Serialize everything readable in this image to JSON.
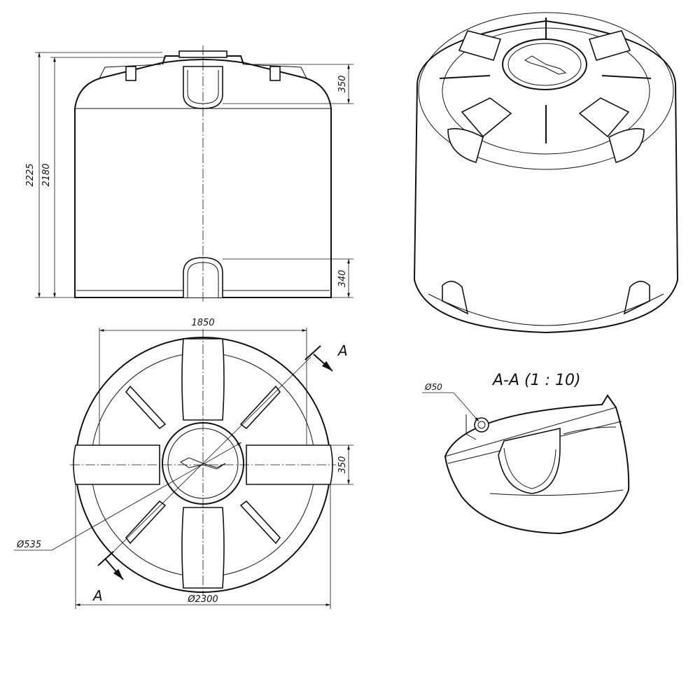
{
  "dimensions": {
    "total_height": "2225",
    "body_height": "2180",
    "top_pocket_height": "350",
    "bottom_pocket_height": "340",
    "span": "1850",
    "side_pocket_height": "350",
    "hatch_diameter": "Ø535",
    "outer_diameter": "Ø2300"
  },
  "section": {
    "marker": "A",
    "title": "A-A (1 : 10)",
    "pipe_diameter": "Ø50"
  }
}
